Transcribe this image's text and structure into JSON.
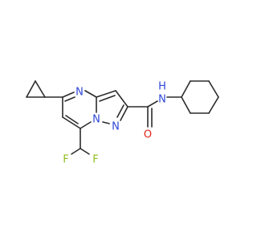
{
  "molecule": {
    "atom_labels": {
      "n_pyrimidine": "N",
      "n_bridge": "N",
      "n_pyrazole": "N",
      "n_amide": "N",
      "h_amide": "H",
      "o_carbonyl": "O",
      "f_left": "F",
      "f_right": "F"
    }
  },
  "colors": {
    "bond": "#2b2b2b",
    "nitrogen": "#2f47d6",
    "oxygen": "#e0271c",
    "fluorine": "#8fbf1a",
    "background": "#ffffff"
  }
}
